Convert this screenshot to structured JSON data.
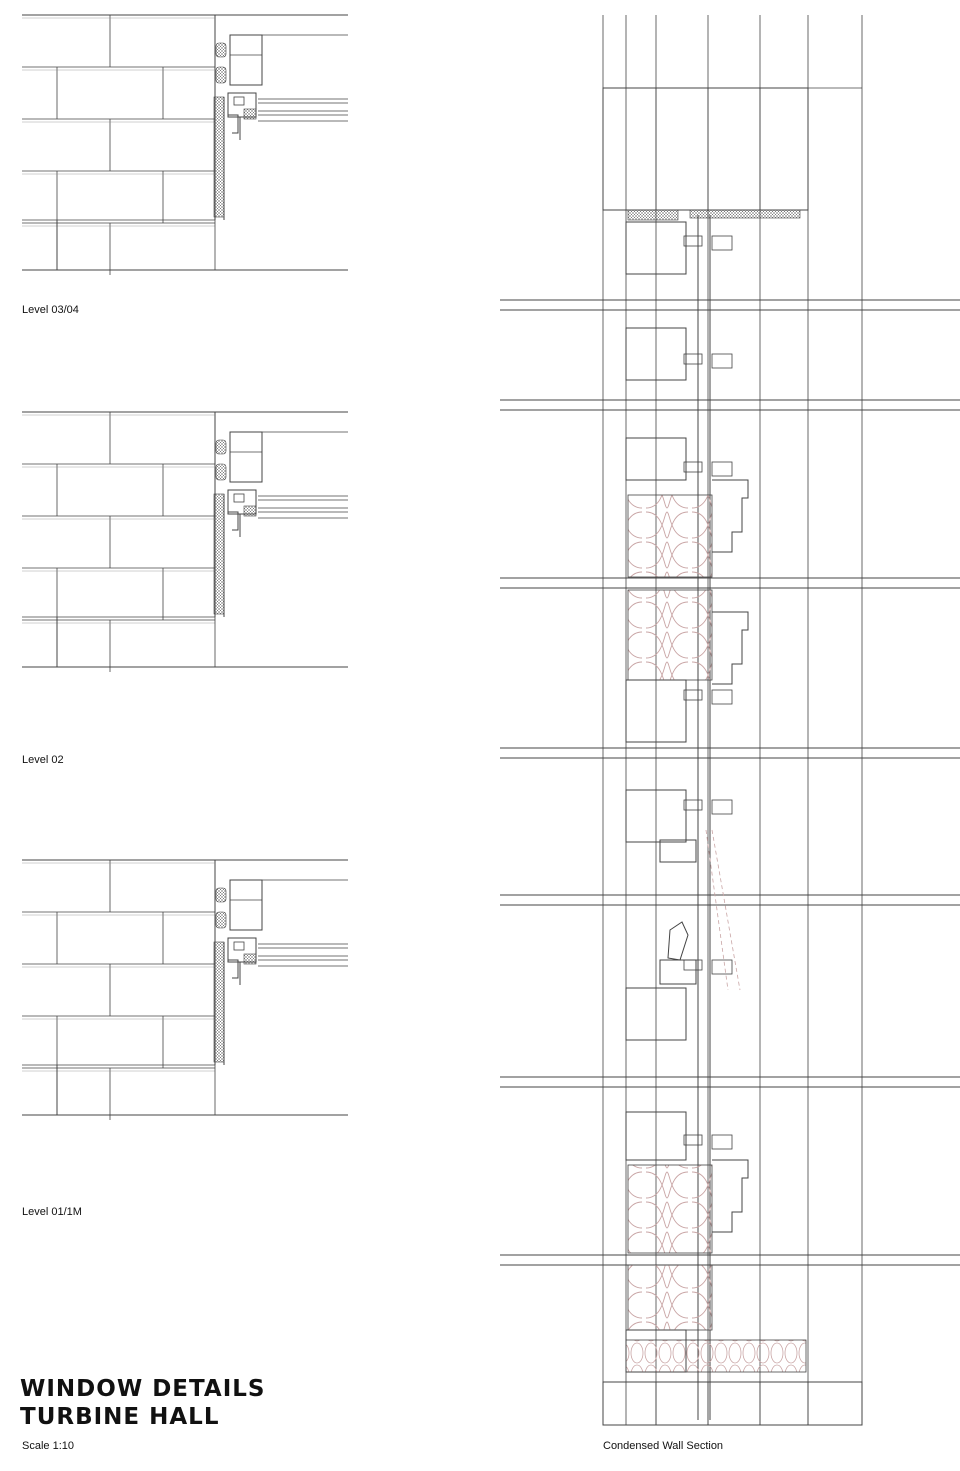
{
  "sheet": {
    "title_line1": "WINDOW DETAILS",
    "title_line2": "TURBINE HALL",
    "scale": "Scale 1:10"
  },
  "details": [
    {
      "label": "Level 03/04"
    },
    {
      "label": "Level 02"
    },
    {
      "label": "Level 01/1M"
    }
  ],
  "section": {
    "label": "Condensed Wall Section"
  },
  "colors": {
    "line": "#444444",
    "insulation": "#c9a5a5",
    "ink": "#111111"
  }
}
